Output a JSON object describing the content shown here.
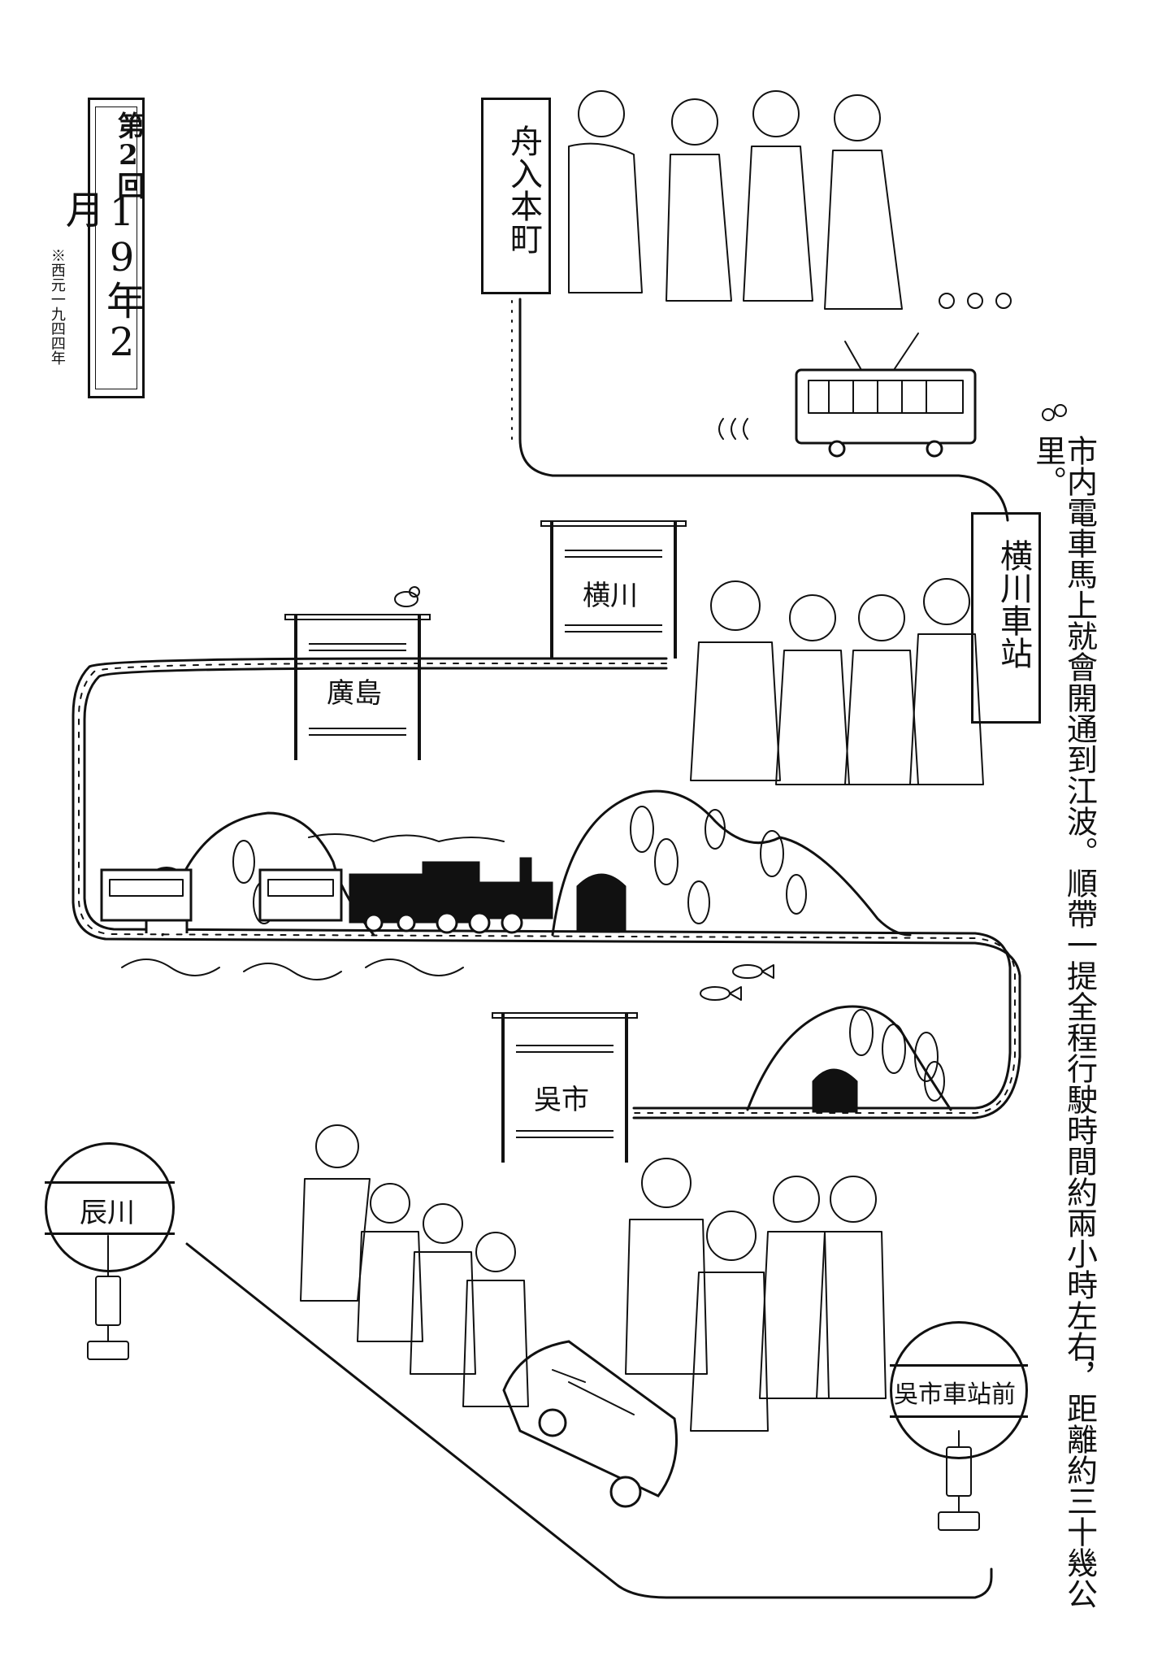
{
  "chapter": {
    "label": "第2回",
    "date": "19年2月",
    "footnote": "※西元一九四四年"
  },
  "narration": "市内電車馬上就會開通到江波。順帶一提全程行駛時間約兩小時左右，距離約三十幾公里。",
  "stations": {
    "funairi_honmachi": "舟入本町",
    "yokogawa_station": "横川車站",
    "yokogawa": "横川",
    "hiroshima": "廣島",
    "kure": "吳市",
    "kure_station_front": "吳市車站前",
    "tatsukawa": "辰川"
  },
  "icons": {
    "tram": "tram-icon",
    "steam_train": "steam-locomotive-icon",
    "bus": "bus-icon",
    "tunnel": "tunnel-icon",
    "bird": "bird-icon",
    "fish": "fish-icon",
    "bus_stop": "bus-stop-sign-icon"
  }
}
